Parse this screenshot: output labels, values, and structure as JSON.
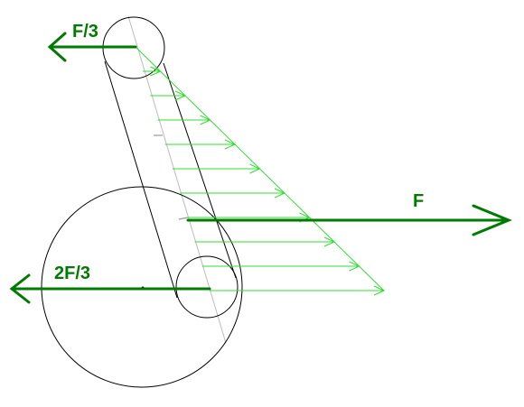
{
  "labels": {
    "top_force": "F/3",
    "resultant_force": "F",
    "bottom_force": "2F/3"
  },
  "colors": {
    "force_dark_green": "#007a00",
    "distribution_light_green": "#33dd33",
    "outline": "#000000",
    "centerline": "#bbbbbb"
  }
}
